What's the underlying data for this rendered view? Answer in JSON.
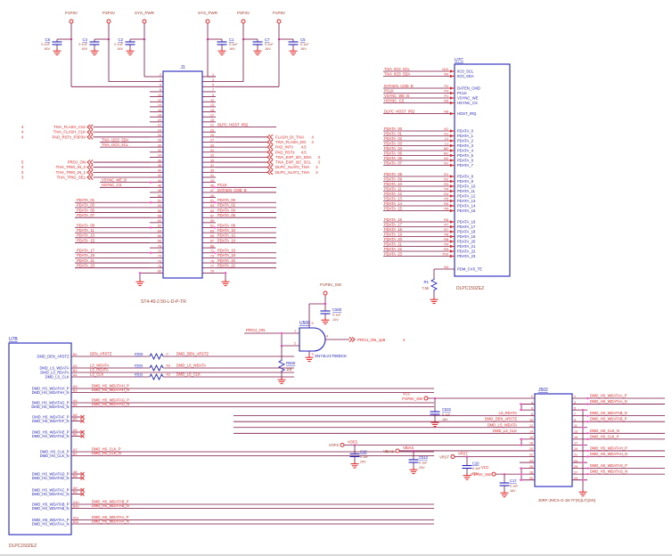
{
  "palette": {
    "wire": "#7a1342",
    "blue": "#2323bb",
    "red": "#e82222",
    "dark": "#a3402e",
    "dot": "#ff4fd4",
    "gnd": "#e31b1b"
  },
  "top_power": {
    "left": [
      {
        "net": "P1P8V",
        "cap": {
          "ref": "C8",
          "value": "0.1uF",
          "volt": "16V"
        }
      },
      {
        "net": "P3P3V",
        "cap": {
          "ref": "C4",
          "value": "0.1uF",
          "volt": "16V"
        }
      },
      {
        "net": "SYS_PWR",
        "cap": {
          "ref": "C2",
          "value": "0.1uF",
          "volt": "16V"
        }
      }
    ],
    "right": [
      {
        "net": "SYS_PWR",
        "cap": {
          "ref": "C1",
          "value": "0.1uF",
          "volt": "16V"
        }
      },
      {
        "net": "P3P3V",
        "cap": {
          "ref": "C7",
          "value": "0.1uF",
          "volt": "16V"
        }
      },
      {
        "net": "P1P8V",
        "cap": {
          "ref": "C5",
          "value": "0.1uF",
          "volt": "16V"
        }
      }
    ]
  },
  "j1": {
    "ref": "J1",
    "part": "ST4-40-2.50-L-D-P-TR",
    "pins_per_side": 40,
    "left_nets": [
      {
        "pin": 22,
        "net": "TIVA_FLASH_CSz",
        "page": "4",
        "style": "offpage"
      },
      {
        "pin": 24,
        "net": "TIVA_FLASH_CLK",
        "page": "4",
        "style": "offpage"
      },
      {
        "pin": 26,
        "net": "PAD_RSTz_P3P3V",
        "page": "4",
        "style": "offpage"
      },
      {
        "pin": 28,
        "net": "TIVA_I2C0_SDA",
        "page": "",
        "style": "inline"
      },
      {
        "pin": 30,
        "net": "TIVA_I2C0_SCL",
        "page": "",
        "style": "inline"
      },
      {
        "pin": 36,
        "net": "PROJ_ON",
        "page": "5",
        "style": "offpage"
      },
      {
        "pin": 38,
        "net": "TIVA_TRIG_IN_0",
        "page": "3",
        "style": "offpage"
      },
      {
        "pin": 40,
        "net": "TIVA_TRIG_IN_1",
        "page": "3",
        "style": "offpage"
      },
      {
        "pin": 42,
        "net": "TIVA_TRIG_SEL",
        "page": "3",
        "style": "offpage"
      },
      {
        "pin": 44,
        "net": "VSYNC_WE_B",
        "page": "",
        "style": "inline"
      },
      {
        "pin": 46,
        "net": "HSYNC_CS",
        "page": "",
        "style": "inline"
      },
      {
        "pin": 52,
        "net": "PDATA_01",
        "page": "",
        "style": "plain"
      },
      {
        "pin": 54,
        "net": "PDATA_03",
        "page": "",
        "style": "plain"
      },
      {
        "pin": 56,
        "net": "PDATA_05",
        "page": "",
        "style": "plain"
      },
      {
        "pin": 58,
        "net": "PDATA_07",
        "page": "",
        "style": "plain"
      },
      {
        "pin": 62,
        "net": "PDATA_09",
        "page": "",
        "style": "plain"
      },
      {
        "pin": 64,
        "net": "PDATA_11",
        "page": "",
        "style": "plain"
      },
      {
        "pin": 66,
        "net": "PDATA_13",
        "page": "",
        "style": "plain"
      },
      {
        "pin": 68,
        "net": "PDATA_15",
        "page": "",
        "style": "plain"
      },
      {
        "pin": 72,
        "net": "PDATA_17",
        "page": "",
        "style": "plain"
      },
      {
        "pin": 74,
        "net": "PDATA_19",
        "page": "",
        "style": "plain"
      },
      {
        "pin": 76,
        "net": "PDATA_21",
        "page": "",
        "style": "plain"
      },
      {
        "pin": 78,
        "net": "PDATA_23",
        "page": "",
        "style": "plain"
      }
    ],
    "right_nets": [
      {
        "pin": 21,
        "net": "DLPC_HOST_IRQ",
        "page": "",
        "style": "inline"
      },
      {
        "pin": 25,
        "net": "FLASH_DI_TIVA",
        "page": "4",
        "style": "offpage"
      },
      {
        "pin": 27,
        "net": "TIVA_FLASH_DO",
        "page": "4",
        "style": "offpage"
      },
      {
        "pin": 29,
        "net": "PAD_INTz",
        "page": "4,5",
        "style": "offpage"
      },
      {
        "pin": 31,
        "net": "PAD_RSTz",
        "page": "4,5",
        "style": "offpage"
      },
      {
        "pin": 33,
        "net": "TIVA_EXP_I2C_SDA",
        "page": "3",
        "style": "offpage"
      },
      {
        "pin": 35,
        "net": "TIVA_EXP_I2C_SCL",
        "page": "3",
        "style": "offpage"
      },
      {
        "pin": 37,
        "net": "DLPC_XLAT0_TIVA",
        "page": "3",
        "style": "offpage"
      },
      {
        "pin": 39,
        "net": "DLPC_XLAT1_TIVA",
        "page": "3",
        "style": "offpage"
      },
      {
        "pin": 45,
        "net": "PCLK",
        "page": "",
        "style": "inline"
      },
      {
        "pin": 47,
        "net": "DATAEN_CMD_B",
        "page": "",
        "style": "inline"
      },
      {
        "pin": 51,
        "net": "PDATA_00",
        "page": "",
        "style": "plain"
      },
      {
        "pin": 53,
        "net": "PDATA_02",
        "page": "",
        "style": "plain"
      },
      {
        "pin": 55,
        "net": "PDATA_04",
        "page": "",
        "style": "plain"
      },
      {
        "pin": 57,
        "net": "PDATA_06",
        "page": "",
        "style": "plain"
      },
      {
        "pin": 61,
        "net": "PDATA_08",
        "page": "",
        "style": "plain"
      },
      {
        "pin": 63,
        "net": "PDATA_10",
        "page": "",
        "style": "plain"
      },
      {
        "pin": 65,
        "net": "PDATA_12",
        "page": "",
        "style": "plain"
      },
      {
        "pin": 67,
        "net": "PDATA_14",
        "page": "",
        "style": "plain"
      },
      {
        "pin": 71,
        "net": "PDATA_16",
        "page": "",
        "style": "plain"
      },
      {
        "pin": 73,
        "net": "PDATA_18",
        "page": "",
        "style": "plain"
      },
      {
        "pin": 75,
        "net": "PDATA_20",
        "page": "",
        "style": "plain"
      },
      {
        "pin": 77,
        "net": "PDATA_22",
        "page": "",
        "style": "plain"
      }
    ]
  },
  "u7c": {
    "ref": "U7C",
    "part": "DLPC150ZEZ",
    "pulldown": {
      "ref": "R1",
      "value": "7.5k"
    },
    "pins": [
      {
        "num": "N10",
        "name": "IIC0_SCL",
        "net": "TIVA_IIC0_SCL"
      },
      {
        "num": "N9",
        "name": "IIC0_SDA",
        "net": "TIVA_IIC0_SDA"
      },
      {
        "num": "P2",
        "name": "DATEN_CMD",
        "net": "DATAEN_CMD_B"
      },
      {
        "num": "P3",
        "name": "PCLK",
        "net": "PCLK"
      },
      {
        "num": "P1",
        "name": "VSYNC_WE",
        "net": "VSYNC_WE_B"
      },
      {
        "num": "N5",
        "name": "HSYNC_CS",
        "net": "HSYNC_CS"
      },
      {
        "num": "N8",
        "name": "HOST_IRQ",
        "net": "DLPC_HOST_IRQ"
      },
      {
        "num": "K2",
        "name": "PDATA_0",
        "net": "PDATA_00"
      },
      {
        "num": "K1",
        "name": "PDATA_1",
        "net": "PDATA_01"
      },
      {
        "num": "L2",
        "name": "PDATA_2",
        "net": "PDATA_02"
      },
      {
        "num": "L1",
        "name": "PDATA_3",
        "net": "PDATA_03"
      },
      {
        "num": "M2",
        "name": "PDATA_4",
        "net": "PDATA_04"
      },
      {
        "num": "M1",
        "name": "PDATA_5",
        "net": "PDATA_05"
      },
      {
        "num": "N2",
        "name": "PDATA_6",
        "net": "PDATA_06"
      },
      {
        "num": "N1",
        "name": "PDATA_7",
        "net": "PDATA_07"
      },
      {
        "num": "R1",
        "name": "PDATA_8",
        "net": "PDATA_08"
      },
      {
        "num": "R2",
        "name": "PDATA_9",
        "net": "PDATA_09"
      },
      {
        "num": "R3",
        "name": "PDATA_10",
        "net": "PDATA_10"
      },
      {
        "num": "P4",
        "name": "PDATA_11",
        "net": "PDATA_11"
      },
      {
        "num": "R4",
        "name": "PDATA_12",
        "net": "PDATA_12"
      },
      {
        "num": "P5",
        "name": "PDATA_13",
        "net": "PDATA_13"
      },
      {
        "num": "R5",
        "name": "PDATA_14",
        "net": "PDATA_14"
      },
      {
        "num": "P6",
        "name": "PDATA_15",
        "net": "PDATA_15"
      },
      {
        "num": "R6",
        "name": "PDATA_16",
        "net": "PDATA_16"
      },
      {
        "num": "P7",
        "name": "PDATA_17",
        "net": "PDATA_17"
      },
      {
        "num": "R7",
        "name": "PDATA_18",
        "net": "PDATA_18"
      },
      {
        "num": "P8",
        "name": "PDATA_19",
        "net": "PDATA_19"
      },
      {
        "num": "R8",
        "name": "PDATA_20",
        "net": "PDATA_20"
      },
      {
        "num": "P9",
        "name": "PDATA_21",
        "net": "PDATA_21"
      },
      {
        "num": "R9",
        "name": "PDATA_22",
        "net": "PDATA_22"
      },
      {
        "num": "P10",
        "name": "PDATA_23",
        "net": "PDATA_23"
      },
      {
        "num": "N4",
        "name": "PDM_CVS_TE",
        "net": ""
      }
    ]
  },
  "u500": {
    "ref": "U500",
    "part": "SN74LV1T08DCK",
    "pwr_net": "P1P8V_SW",
    "cap": {
      "ref": "C500",
      "value": "0.1uF",
      "volt": "10V"
    },
    "res": {
      "ref": "R500",
      "value": "10k"
    },
    "in_net": "PROJ_ON",
    "out_net": "PROJ_ON_1p8",
    "out_page": "4",
    "pin_in1": "1",
    "pin_in2": "2",
    "pin_out": "4",
    "pin_vcc": "5",
    "pin_gnd": "3"
  },
  "u7b": {
    "ref": "U7B",
    "part": "DLPC150ZEZ",
    "pins": [
      {
        "des": "B1",
        "name": "DMD_DEN_ARSTZ",
        "type": "res",
        "innet": "DEN_ARSTZ",
        "rref": "R508",
        "rval": "0",
        "outnet": "DMD_DEN_ARSTZ"
      },
      {
        "des": "A2",
        "name": "DMD_LS_WDATA",
        "type": "res",
        "innet": "LS_WDATA",
        "rref": "R509",
        "rval": "43",
        "outnet": "DMD_LS_WDATA"
      },
      {
        "des": "B2",
        "name": "DMD_LS_RDATA",
        "type": "wire",
        "innet": "LS_RDATA",
        "rref": "",
        "rval": "",
        "outnet": ""
      },
      {
        "des": "A1",
        "name": "DMD_LS_CLK",
        "type": "res",
        "innet": "LS_CLK",
        "rref": "R510",
        "rval": "43",
        "outnet": "DMD_LS_CLK"
      },
      {
        "des": "A3",
        "name": "DMD_HS_WDATAH_P",
        "type": "long",
        "innet": "DMD_HS_WDATAH_P",
        "rref": "",
        "rval": "",
        "outnet": ""
      },
      {
        "des": "B3",
        "name": "DMD_HS_WDATAH_N",
        "type": "long",
        "innet": "DMD_HS_WDATAH_N",
        "rref": "",
        "rval": "",
        "outnet": ""
      },
      {
        "des": "A4",
        "name": "DMD_HS_WDATAG_P",
        "type": "long",
        "innet": "DMD_HS_WDATAG_P",
        "rref": "",
        "rval": "",
        "outnet": ""
      },
      {
        "des": "B4",
        "name": "DMD_HS_WDATAG_N",
        "type": "long",
        "innet": "DMD_HS_WDATAG_N",
        "rref": "",
        "rval": "",
        "outnet": ""
      },
      {
        "des": "A5",
        "name": "DMD_HS_WDATAF_P",
        "type": "nc",
        "innet": "",
        "rref": "",
        "rval": "",
        "outnet": ""
      },
      {
        "des": "B5",
        "name": "DMD_HS_WDATAF_N",
        "type": "nc",
        "innet": "",
        "rref": "",
        "rval": "",
        "outnet": ""
      },
      {
        "des": "A6",
        "name": "DMD_HS_WDATAE_P",
        "type": "nc",
        "innet": "",
        "rref": "",
        "rval": "",
        "outnet": ""
      },
      {
        "des": "B6",
        "name": "DMD_HS_WDATAE_N",
        "type": "nc",
        "innet": "",
        "rref": "",
        "rval": "",
        "outnet": ""
      },
      {
        "des": "A7",
        "name": "DMD_HS_CLK_P",
        "type": "long",
        "innet": "DMD_HS_CLK_P",
        "rref": "",
        "rval": "",
        "outnet": ""
      },
      {
        "des": "B7",
        "name": "DMD_HS_CLK_N",
        "type": "long",
        "innet": "DMD_HS_CLK_N",
        "rref": "",
        "rval": "",
        "outnet": ""
      },
      {
        "des": "A8",
        "name": "DMD_HS_WDATAD_P",
        "type": "nc",
        "innet": "",
        "rref": "",
        "rval": "",
        "outnet": ""
      },
      {
        "des": "B8",
        "name": "DMD_HS_WDATAD_N",
        "type": "nc",
        "innet": "",
        "rref": "",
        "rval": "",
        "outnet": ""
      },
      {
        "des": "A9",
        "name": "DMD_HS_WDATAC_P",
        "type": "nc",
        "innet": "",
        "rref": "",
        "rval": "",
        "outnet": ""
      },
      {
        "des": "B9",
        "name": "DMD_HS_WDATAC_N",
        "type": "nc",
        "innet": "",
        "rref": "",
        "rval": "",
        "outnet": ""
      },
      {
        "des": "A10",
        "name": "DMD_HS_WDATAB_P",
        "type": "long",
        "innet": "DMD_HS_WDATAB_P",
        "rref": "",
        "rval": "",
        "outnet": ""
      },
      {
        "des": "B10",
        "name": "DMD_HS_WDATAB_N",
        "type": "long",
        "innet": "DMD_HS_WDATAB_N",
        "rref": "",
        "rval": "",
        "outnet": ""
      },
      {
        "des": "A11",
        "name": "DMD_HS_WDATAA_P",
        "type": "long",
        "innet": "DMD_HS_WDATAA_P",
        "rref": "",
        "rval": "",
        "outnet": ""
      },
      {
        "des": "B11",
        "name": "DMD_HS_WDATAA_N",
        "type": "long",
        "innet": "DMD_HS_WDATAA_N",
        "rref": "",
        "rval": "",
        "outnet": ""
      }
    ]
  },
  "j502": {
    "ref": "J502",
    "part": "30RF-JMCS-G-1B-TF(N)(LF)(SN)",
    "pins_per_side": 15,
    "right_nets": [
      {
        "row": 0,
        "pin": 1,
        "net": "DMD_HS_WDATAA_P"
      },
      {
        "row": 1,
        "pin": 3,
        "net": "DMD_HS_WDATAA_N"
      },
      {
        "row": 3,
        "pin": 7,
        "net": "DMD_HS_WDATAB_N"
      },
      {
        "row": 4,
        "pin": 9,
        "net": "DMD_HS_WDATAB_P"
      },
      {
        "row": 6,
        "pin": 13,
        "net": "DMD_HS_CLK_N"
      },
      {
        "row": 7,
        "pin": 15,
        "net": "DMD_HS_CLK_P"
      },
      {
        "row": 9,
        "pin": 19,
        "net": "DMD_HS_WDATAH_P"
      },
      {
        "row": 10,
        "pin": 21,
        "net": "DMD_HS_WDATAH_N"
      },
      {
        "row": 12,
        "pin": 25,
        "net": "DMD_HS_WDATAG_P"
      },
      {
        "row": 13,
        "pin": 27,
        "net": "DMD_HS_WDATAG_N"
      }
    ],
    "left_long": [
      {
        "row": 3,
        "pin": 8,
        "net": "LS_RDATA"
      },
      {
        "row": 4,
        "pin": 10,
        "net": "DMD_DEN_ARSTZ"
      },
      {
        "row": 5,
        "pin": 12,
        "net": "DMD_LS_WDATA"
      },
      {
        "row": 6,
        "pin": 14,
        "net": "DMD_LS_CLK"
      }
    ],
    "vcc2": {
      "label": "VCC",
      "net": "P1P8V_SW",
      "cap": {
        "ref": "C533",
        "value": "0.1uF",
        "volt": "16V"
      }
    },
    "vofs": {
      "port": "VOFS",
      "net": "VOFS",
      "cap": {
        "ref": "C18",
        "value": "0.1uF",
        "volt": "25V"
      }
    },
    "vbias": {
      "port": "VBIAS",
      "net": "VBIAS",
      "cap": {
        "ref": "C513",
        "value": "0.1uF",
        "volt": "25V"
      }
    },
    "vrst": {
      "port": "VRST",
      "net": "VRST",
      "cap": {
        "ref": "C20",
        "value": "0.1uF",
        "volt": "25V"
      }
    },
    "vcc28": {
      "label": "VCC",
      "net": "P1P8V_SW",
      "cap": {
        "ref": "C17",
        "value": "0.1uF",
        "volt": "16V"
      }
    }
  }
}
